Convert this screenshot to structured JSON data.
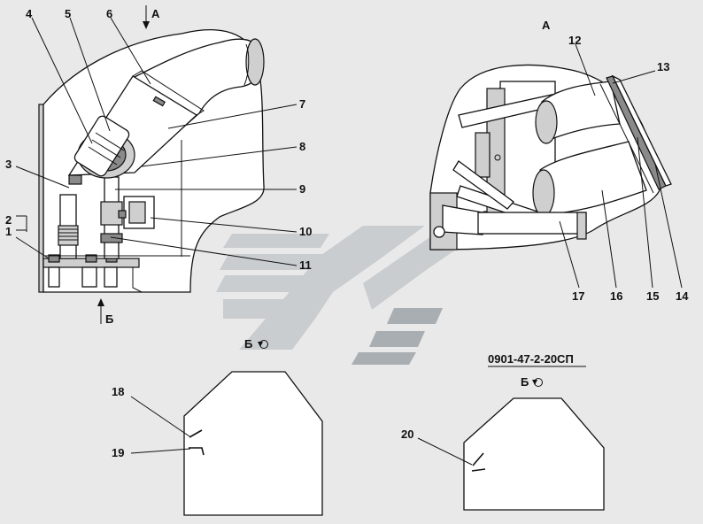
{
  "drawing": {
    "document_number": "0901-47-2-20СП",
    "views": {
      "view_a_arrow": "А",
      "view_a_title": "А",
      "view_b_arrow": "Б",
      "view_b_title_1": "Б",
      "view_b_title_2": "Б"
    },
    "callouts": {
      "c1": "1",
      "c2": "2",
      "c3": "3",
      "c4": "4",
      "c5": "5",
      "c6": "6",
      "c7": "7",
      "c8": "8",
      "c9": "9",
      "c10": "10",
      "c11": "11",
      "c12": "12",
      "c13": "13",
      "c14": "14",
      "c15": "15",
      "c16": "16",
      "c17": "17",
      "c18": "18",
      "c19": "19",
      "c20": "20"
    },
    "colors": {
      "background": "#e9e9e9",
      "line": "#111111",
      "watermark": "#c9cdd0"
    }
  }
}
